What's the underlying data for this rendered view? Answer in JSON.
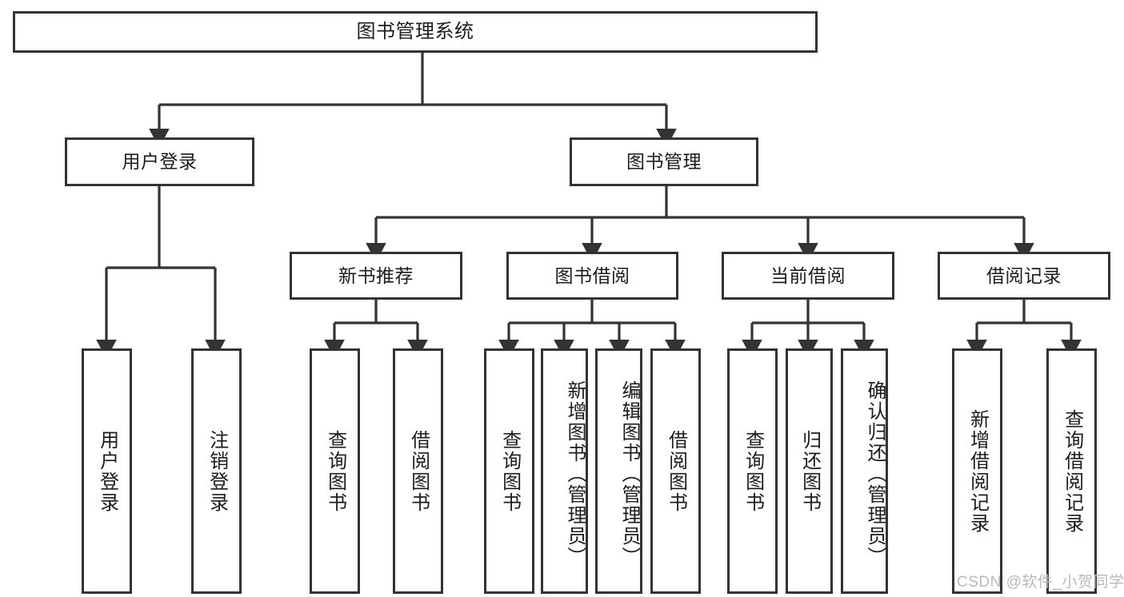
{
  "diagram": {
    "type": "tree-hierarchy",
    "title": "图书管理系统",
    "watermark": "CSDN @软件_小贺同学",
    "colors": {
      "background": "#ffffff",
      "node_border": "#333333",
      "node_fill": "#ffffff",
      "connector": "#333333",
      "text": "#1c1c1c",
      "watermark": "#b9b9b9"
    },
    "nodes": {
      "root": {
        "label": "图书管理系统"
      },
      "level2": [
        {
          "id": "user-login",
          "label": "用户登录"
        },
        {
          "id": "book-manage",
          "label": "图书管理"
        }
      ],
      "level3": [
        {
          "id": "new-book-recommend",
          "label": "新书推荐"
        },
        {
          "id": "book-borrow",
          "label": "图书借阅"
        },
        {
          "id": "current-borrow",
          "label": "当前借阅"
        },
        {
          "id": "borrow-record",
          "label": "借阅记录"
        }
      ],
      "leaves": {
        "user_login": [
          {
            "id": "leaf-user-login",
            "label": "用户登录"
          },
          {
            "id": "leaf-logout-login",
            "label": "注销登录"
          }
        ],
        "new_book_recommend": [
          {
            "id": "leaf-query-book-1",
            "label": "查询图书"
          },
          {
            "id": "leaf-borrow-book-1",
            "label": "借阅图书"
          }
        ],
        "book_borrow": [
          {
            "id": "leaf-query-book-2",
            "label": "查询图书"
          },
          {
            "id": "leaf-add-book",
            "label": "新增图书（管理员）"
          },
          {
            "id": "leaf-edit-book",
            "label": "编辑图书（管理员）"
          },
          {
            "id": "leaf-borrow-book-2",
            "label": "借阅图书"
          }
        ],
        "current_borrow": [
          {
            "id": "leaf-query-book-3",
            "label": "查询图书"
          },
          {
            "id": "leaf-return-book",
            "label": "归还图书"
          },
          {
            "id": "leaf-confirm-return",
            "label": "确认归还（管理员）"
          }
        ],
        "borrow_record": [
          {
            "id": "leaf-add-record",
            "label": "新增借阅记录"
          },
          {
            "id": "leaf-query-record",
            "label": "查询借阅记录"
          }
        ]
      }
    }
  }
}
